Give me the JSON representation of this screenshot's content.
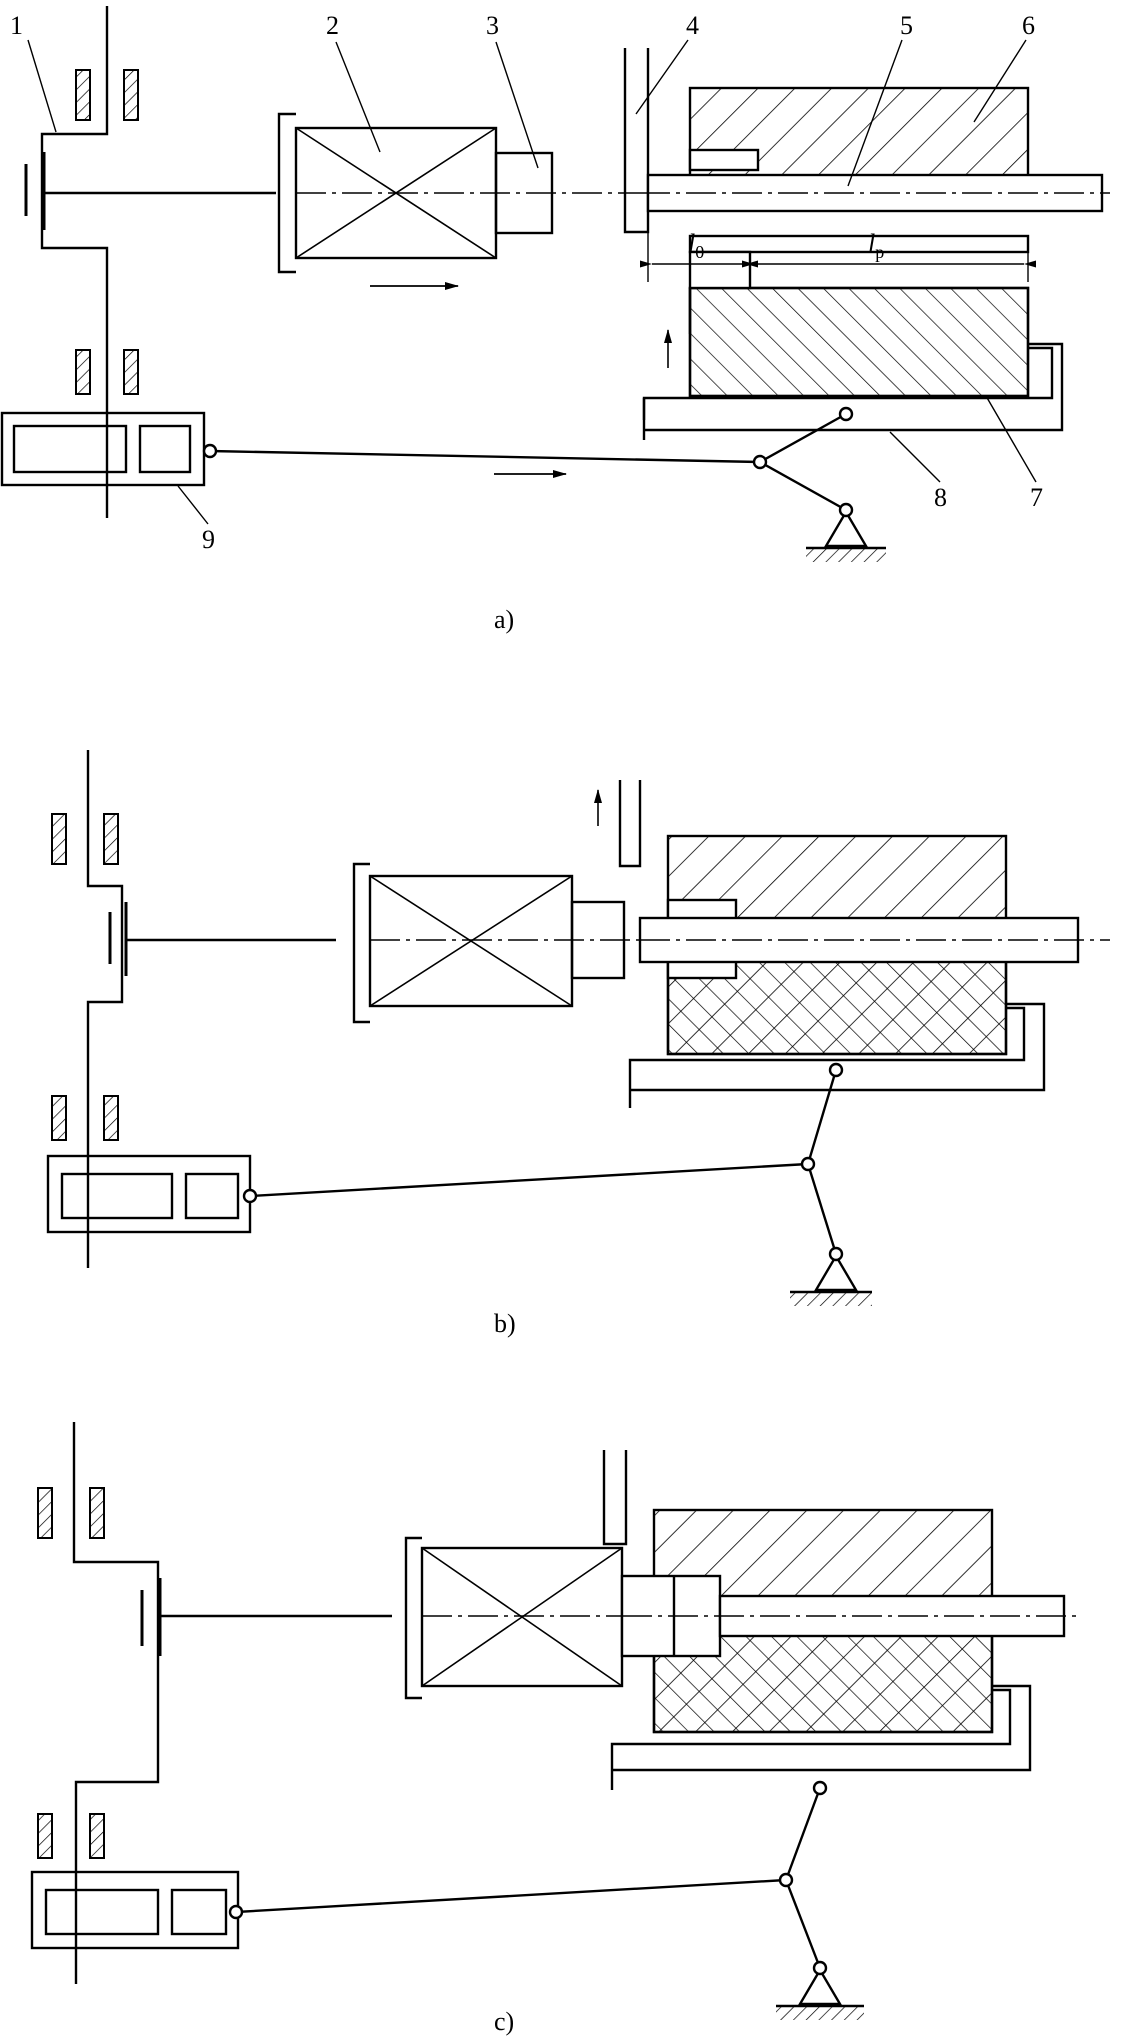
{
  "figure": {
    "panels": [
      {
        "caption": "a)",
        "part_labels": [
          "1",
          "2",
          "3",
          "4",
          "5",
          "6",
          "7",
          "8",
          "9"
        ],
        "dimensions": [
          {
            "symbol": "l",
            "subscript": "0"
          },
          {
            "symbol": "l",
            "subscript": "p"
          }
        ]
      },
      {
        "caption": "b)"
      },
      {
        "caption": "c)"
      }
    ]
  }
}
